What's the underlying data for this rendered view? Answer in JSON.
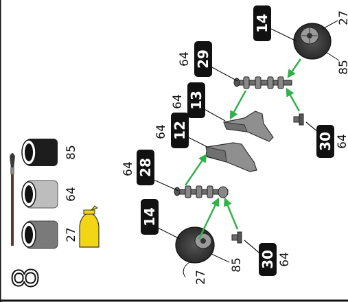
{
  "step": {
    "number": "8"
  },
  "paints": [
    {
      "code": "85",
      "color": "#1d1d1d"
    },
    {
      "code": "64",
      "color": "#bdbdbd"
    },
    {
      "code": "27",
      "color": "#7a7a7a"
    }
  ],
  "parts": {
    "wheel_top": {
      "part": "14",
      "paint_hub": "27",
      "paint_tire": "85"
    },
    "axle_top": {
      "part": "29",
      "paint": "64"
    },
    "mount_top": {
      "part": "13",
      "paint": "64"
    },
    "peg_top": {
      "part": "30",
      "paint": "64"
    },
    "mount_bottom": {
      "part": "12",
      "paint": "64"
    },
    "axle_bottom": {
      "part": "28",
      "paint": "64"
    },
    "wheel_bottom": {
      "part": "14",
      "paint_hub": "27",
      "paint_tire": "85"
    },
    "peg_bottom": {
      "part": "30",
      "paint": "64"
    }
  },
  "colors": {
    "arrow": "#2db34a",
    "glue": "#f2d515",
    "badge": "#111111"
  }
}
